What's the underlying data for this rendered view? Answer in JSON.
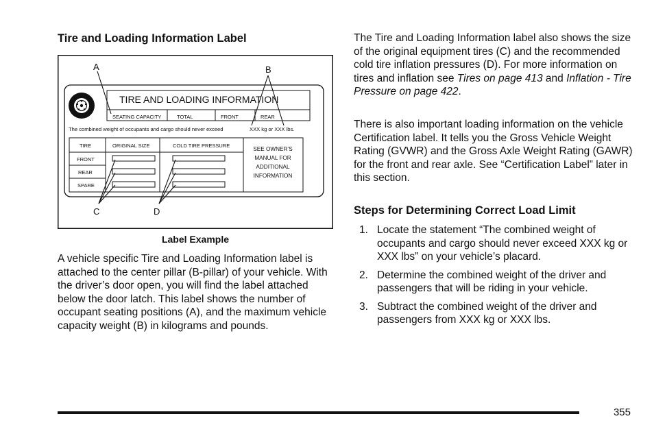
{
  "left": {
    "heading": "Tire and Loading Information Label",
    "caption": "Label Example",
    "paragraph": "A vehicle specific Tire and Loading Information label is attached to the center pillar (B-pillar) of your vehicle. With the driver’s door open, you will find the label attached below the door latch. This label shows the number of occupant seating positions (A), and the maximum vehicle capacity weight (B) in kilograms and pounds."
  },
  "figure": {
    "callout_a": "A",
    "callout_b": "B",
    "callout_c": "C",
    "callout_d": "D",
    "label_title": "TIRE AND LOADING INFORMATION",
    "seating_capacity": "SEATING CAPACITY",
    "total": "TOTAL",
    "front": "FRONT",
    "rear": "REAR",
    "combined_weight_statement": "The combined weight of occupants and cargo should never exceed",
    "weight_value": "XXX kg or XXX lbs.",
    "col_tire": "TIRE",
    "col_original_size": "ORIGINAL SIZE",
    "col_cold_tire_pressure": "COLD TIRE PRESSURE",
    "row_front": "FRONT",
    "row_rear": "REAR",
    "row_spare": "SPARE",
    "see_manual_1": "SEE OWNER’S",
    "see_manual_2": "MANUAL FOR",
    "see_manual_3": "ADDITIONAL",
    "see_manual_4": "INFORMATION"
  },
  "right": {
    "p1_text": "The Tire and Loading Information label also shows the size of the original equipment tires (C) and the recommended cold tire inflation pressures (D). For more information on tires and inflation see ",
    "p1_link1": "Tires on page 413",
    "p1_and": " and ",
    "p1_link2": "Inflation - Tire Pressure on page 422",
    "p1_end": ".",
    "p2": "There is also important loading information on the vehicle Certification label. It tells you the Gross Vehicle Weight Rating (GVWR) and the Gross Axle Weight Rating (GAWR) for the front and rear axle. See “Certification Label” later in this section.",
    "heading": "Steps for Determining Correct Load Limit",
    "steps": [
      {
        "num": "1.",
        "text": "Locate the statement “The combined weight of occupants and cargo should never exceed XXX kg or XXX lbs” on your vehicle’s placard."
      },
      {
        "num": "2.",
        "text": "Determine the combined weight of the driver and passengers that will be riding in your vehicle."
      },
      {
        "num": "3.",
        "text": "Subtract the combined weight of the driver and passengers from XXX kg or XXX lbs."
      }
    ]
  },
  "footer": {
    "page_number": "355"
  }
}
